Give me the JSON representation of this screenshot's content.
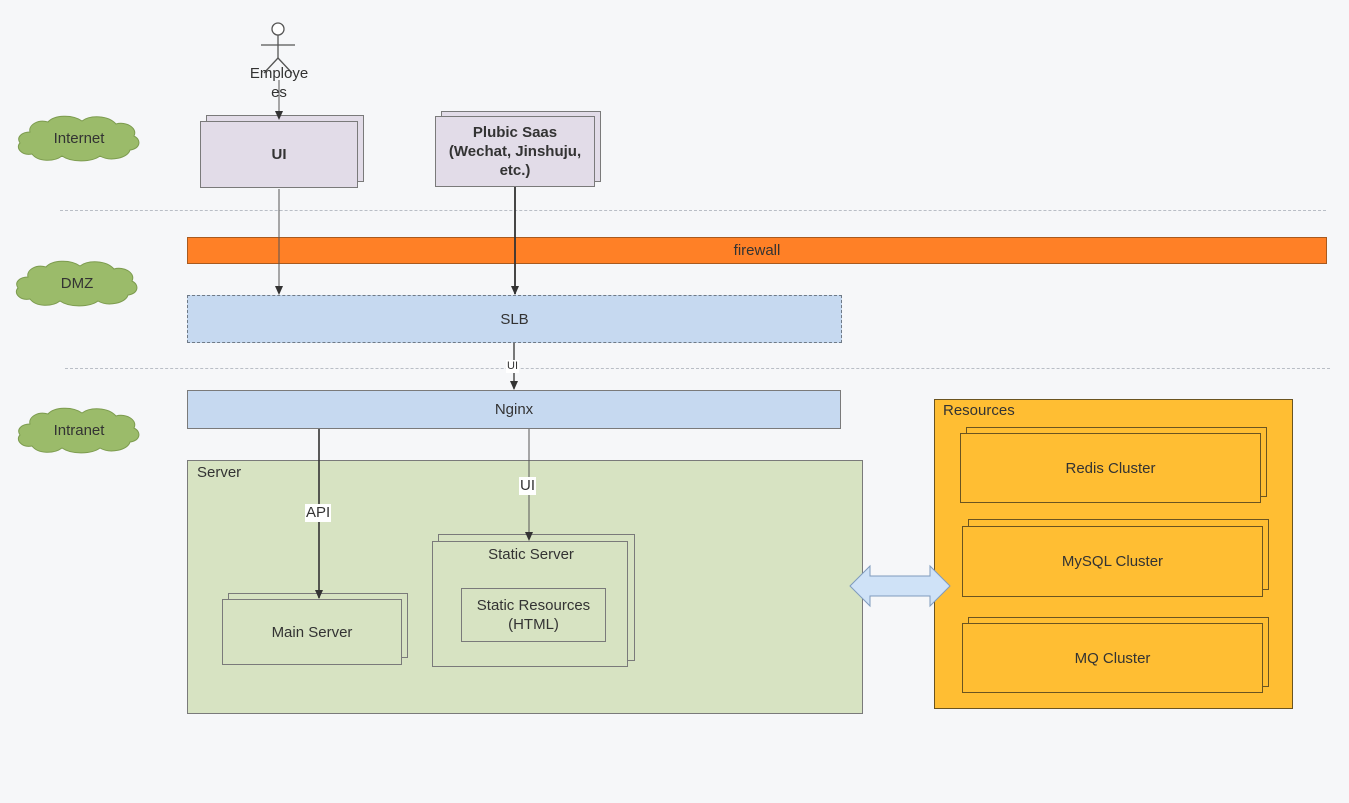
{
  "actor": {
    "label_line1": "Employe",
    "label_line2": "es"
  },
  "zones": {
    "internet": "Internet",
    "dmz": "DMZ",
    "intranet": "Intranet"
  },
  "nodes": {
    "ui": "UI",
    "saas_line1": "Plubic Saas",
    "saas_line2": "(Wechat, Jinshuju,",
    "saas_line3": "etc.)",
    "firewall": "firewall",
    "slb": "SLB",
    "nginx": "Nginx",
    "server_group": "Server",
    "main_server": "Main Server",
    "static_server": "Static Server",
    "static_resources_line1": "Static Resources",
    "static_resources_line2": "(HTML)",
    "resources_group": "Resources",
    "redis": "Redis Cluster",
    "mysql": "MySQL Cluster",
    "mq": "MQ Cluster"
  },
  "edges": {
    "slb_to_nginx": "UI",
    "nginx_to_main": "API",
    "nginx_to_static": "UI"
  },
  "colors": {
    "cloud": "#9bbb6a",
    "firewall": "#ff8026",
    "blue": "#c6d9f0",
    "purple": "#e2dce8",
    "green": "#d7e3c2",
    "orange": "#ffbe33",
    "double_arrow": "#cfe2f7"
  }
}
